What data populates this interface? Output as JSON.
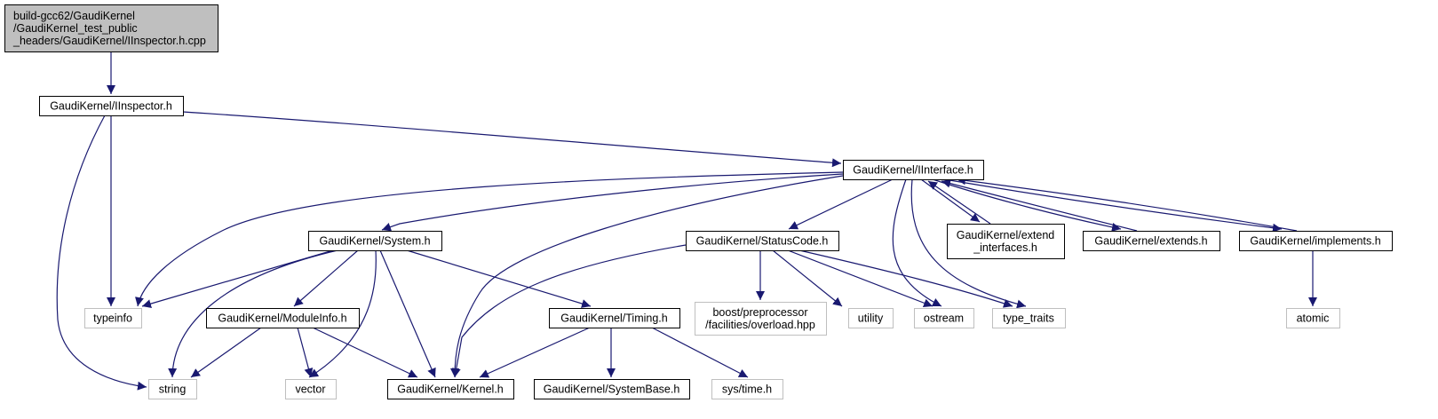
{
  "title": "Include dependency graph for IInspector.h.cpp",
  "colors": {
    "edge": "#191970",
    "root_fill": "#bfbfbf",
    "root_stroke": "#000000",
    "doc_stroke": "#000000",
    "ext_stroke": "#bfbfbf",
    "fill": "#ffffff"
  },
  "nodes": [
    {
      "id": "root",
      "kind": "root",
      "lines": [
        "build-gcc62/GaudiKernel",
        "/GaudiKernel_test_public",
        "_headers/GaudiKernel/IInspector.h.cpp"
      ]
    },
    {
      "id": "iinspector",
      "kind": "doc",
      "lines": [
        "GaudiKernel/IInspector.h"
      ]
    },
    {
      "id": "iinterface",
      "kind": "doc",
      "lines": [
        "GaudiKernel/IInterface.h"
      ]
    },
    {
      "id": "system",
      "kind": "doc",
      "lines": [
        "GaudiKernel/System.h"
      ]
    },
    {
      "id": "statuscode",
      "kind": "doc",
      "lines": [
        "GaudiKernel/StatusCode.h"
      ]
    },
    {
      "id": "extend_interfaces",
      "kind": "doc",
      "lines": [
        "GaudiKernel/extend",
        "_interfaces.h"
      ]
    },
    {
      "id": "extends",
      "kind": "doc",
      "lines": [
        "GaudiKernel/extends.h"
      ]
    },
    {
      "id": "implements",
      "kind": "doc",
      "lines": [
        "GaudiKernel/implements.h"
      ]
    },
    {
      "id": "typeinfo",
      "kind": "ext",
      "lines": [
        "typeinfo"
      ]
    },
    {
      "id": "moduleinfo",
      "kind": "doc",
      "lines": [
        "GaudiKernel/ModuleInfo.h"
      ]
    },
    {
      "id": "timing",
      "kind": "doc",
      "lines": [
        "GaudiKernel/Timing.h"
      ]
    },
    {
      "id": "boost_overload",
      "kind": "ext",
      "lines": [
        "boost/preprocessor",
        "/facilities/overload.hpp"
      ]
    },
    {
      "id": "utility",
      "kind": "ext",
      "lines": [
        "utility"
      ]
    },
    {
      "id": "ostream",
      "kind": "ext",
      "lines": [
        "ostream"
      ]
    },
    {
      "id": "type_traits",
      "kind": "ext",
      "lines": [
        "type_traits"
      ]
    },
    {
      "id": "atomic",
      "kind": "ext",
      "lines": [
        "atomic"
      ]
    },
    {
      "id": "string",
      "kind": "ext",
      "lines": [
        "string"
      ]
    },
    {
      "id": "vector",
      "kind": "ext",
      "lines": [
        "vector"
      ]
    },
    {
      "id": "kernel",
      "kind": "doc",
      "lines": [
        "GaudiKernel/Kernel.h"
      ]
    },
    {
      "id": "systembase",
      "kind": "doc",
      "lines": [
        "GaudiKernel/SystemBase.h"
      ]
    },
    {
      "id": "systime",
      "kind": "ext",
      "lines": [
        "sys/time.h"
      ]
    }
  ],
  "edges": [
    {
      "from": "root",
      "to": "iinspector"
    },
    {
      "from": "iinspector",
      "to": "iinterface"
    },
    {
      "from": "iinspector",
      "to": "typeinfo"
    },
    {
      "from": "iinspector",
      "to": "string"
    },
    {
      "from": "iinterface",
      "to": "system"
    },
    {
      "from": "iinterface",
      "to": "statuscode"
    },
    {
      "from": "iinterface",
      "to": "extend_interfaces"
    },
    {
      "from": "iinterface",
      "to": "extends"
    },
    {
      "from": "iinterface",
      "to": "implements"
    },
    {
      "from": "iinterface",
      "to": "typeinfo"
    },
    {
      "from": "iinterface",
      "to": "kernel"
    },
    {
      "from": "iinterface",
      "to": "ostream"
    },
    {
      "from": "iinterface",
      "to": "type_traits"
    },
    {
      "from": "extend_interfaces",
      "to": "iinterface"
    },
    {
      "from": "extends",
      "to": "iinterface"
    },
    {
      "from": "implements",
      "to": "iinterface"
    },
    {
      "from": "implements",
      "to": "atomic"
    },
    {
      "from": "system",
      "to": "typeinfo"
    },
    {
      "from": "system",
      "to": "moduleinfo"
    },
    {
      "from": "system",
      "to": "string"
    },
    {
      "from": "system",
      "to": "vector"
    },
    {
      "from": "system",
      "to": "kernel"
    },
    {
      "from": "system",
      "to": "timing"
    },
    {
      "from": "statuscode",
      "to": "kernel"
    },
    {
      "from": "statuscode",
      "to": "boost_overload"
    },
    {
      "from": "statuscode",
      "to": "utility"
    },
    {
      "from": "statuscode",
      "to": "ostream"
    },
    {
      "from": "statuscode",
      "to": "type_traits"
    },
    {
      "from": "moduleinfo",
      "to": "string"
    },
    {
      "from": "moduleinfo",
      "to": "vector"
    },
    {
      "from": "moduleinfo",
      "to": "kernel"
    },
    {
      "from": "timing",
      "to": "kernel"
    },
    {
      "from": "timing",
      "to": "systembase"
    },
    {
      "from": "timing",
      "to": "systime"
    }
  ]
}
